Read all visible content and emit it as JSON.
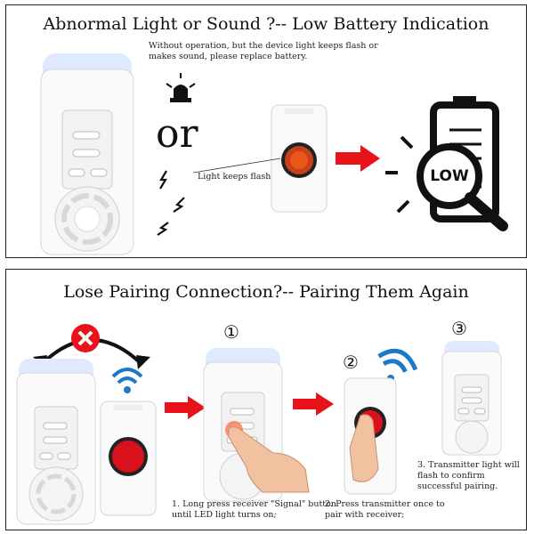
{
  "top_section": {
    "title": "Abnormal Light or Sound ?-- Low Battery Indication",
    "description": "Without operation, but the device light keeps flash or makes sound, please replace battery.",
    "or_word": "or",
    "light_label": "Light keeps flash",
    "battery_label": "LOW"
  },
  "bottom_section": {
    "title": "Lose Pairing Connection?-- Pairing Them Again",
    "steps": [
      {
        "number": "①",
        "text": "1. Long press receiver \"Signal\" button until LED light turns on;"
      },
      {
        "number": "②",
        "text": "2. Press transmitter once to pair with receiver;"
      },
      {
        "number": "③",
        "text": "3. Transmitter light will flash to confirm successful pairing."
      }
    ]
  },
  "colors": {
    "arrow_red": "#e8131a",
    "wifi_blue": "#1c78c8",
    "led_blue": "#cfe0ff",
    "button_red": "#d8111c"
  },
  "icons": [
    "alarm-light-icon",
    "sound-wave-icon",
    "low-battery-icon",
    "magnifier-icon",
    "wifi-signal-icon",
    "cross-icon",
    "pointing-hand-icon"
  ]
}
